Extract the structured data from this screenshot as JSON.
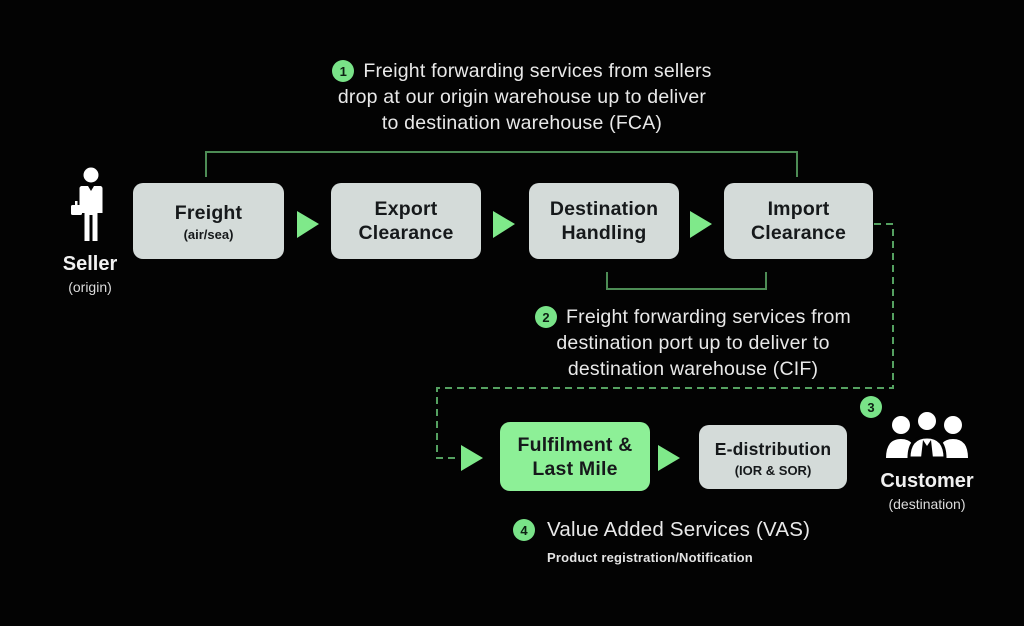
{
  "palette": {
    "background": "#030303",
    "box_gray": "#d4dbd9",
    "box_green": "#8df097",
    "arrow_green": "#7fe98a",
    "badge_green": "#79e388",
    "bracket_line_green": "#4d8c55",
    "dashed_line_green": "#55a161",
    "text_light": "#e9e9e9",
    "text_dark": "#16191b"
  },
  "icons": {
    "seller": "businessman-icon",
    "customer": "customer-group-icon"
  },
  "annotations": {
    "step1": {
      "number": "1",
      "line1": "Freight forwarding services from sellers",
      "line2": "drop at our origin warehouse up to deliver",
      "line3": "to destination warehouse (FCA)"
    },
    "step2": {
      "number": "2",
      "line1": "Freight forwarding services from",
      "line2": "destination port up to deliver to",
      "line3": "destination warehouse (CIF)"
    },
    "step3": {
      "number": "3"
    },
    "step4": {
      "number": "4",
      "title": "Value Added Services (VAS)",
      "subtitle": "Product registration/Notification"
    }
  },
  "actors": {
    "seller": {
      "label": "Seller",
      "sublabel": "(origin)"
    },
    "customer": {
      "label": "Customer",
      "sublabel": "(destination)"
    }
  },
  "process": {
    "boxes": [
      {
        "line1": "Freight",
        "sub": "(air/sea)"
      },
      {
        "line1": "Export",
        "line2": "Clearance"
      },
      {
        "line1": "Destination",
        "line2": "Handling"
      },
      {
        "line1": "Import",
        "line2": "Clearance"
      }
    ],
    "fulfilment": {
      "line1": "Fulfilment &",
      "line2": "Last Mile"
    },
    "edistribution": {
      "line1": "E-distribution",
      "sub": "(IOR & SOR)"
    }
  }
}
